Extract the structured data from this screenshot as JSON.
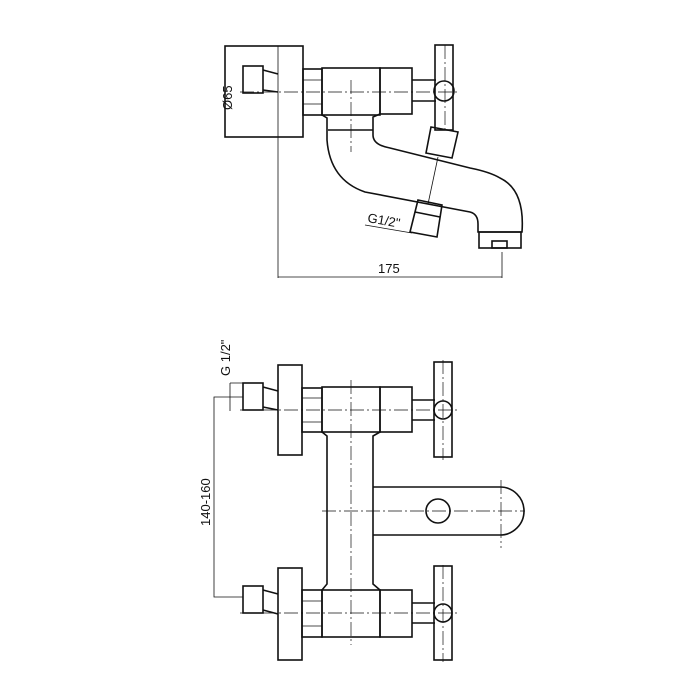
{
  "side_view": {
    "diameter_label": "Ø65",
    "thread_label": "G1/2\"",
    "width_label": "175"
  },
  "front_view": {
    "thread_label": "G 1/2\"",
    "spacing_label": "140-160"
  },
  "colors": {
    "line": "#111111",
    "background": "#ffffff"
  }
}
